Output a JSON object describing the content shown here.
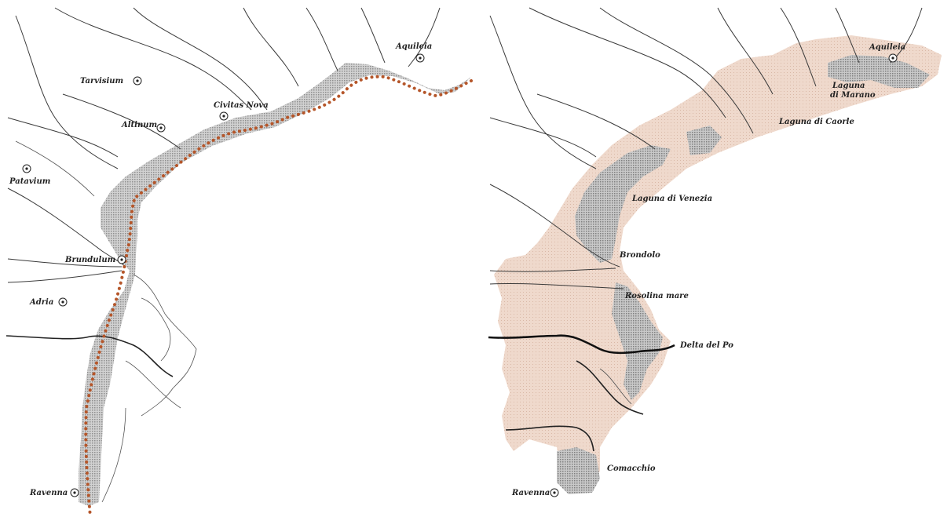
{
  "colors": {
    "lagoon": "#b8b8b8",
    "wetland": "#efd9cc",
    "river": "#333333",
    "ancient_coast": "#b5562a"
  },
  "left_map": {
    "labels": {
      "aquileia": "Aquileia",
      "tarvisium": "Tarvisium",
      "civitas_nova": "Civitas Nova",
      "altinum": "Altinum",
      "patavium": "Patavium",
      "brundulum": "Brundulum",
      "adria": "Adria",
      "ravenna": "Ravenna"
    }
  },
  "right_map": {
    "labels": {
      "aquileia": "Aquileia",
      "laguna_marano_1": "Laguna",
      "laguna_marano_2": "di Marano",
      "laguna_caorle": "Laguna di Caorle",
      "laguna_venezia": "Laguna di Venezia",
      "brondolo": "Brondolo",
      "rosolina": "Rosolina mare",
      "delta_po": "Delta del Po",
      "comacchio": "Comacchio",
      "ravenna": "Ravenna"
    }
  }
}
